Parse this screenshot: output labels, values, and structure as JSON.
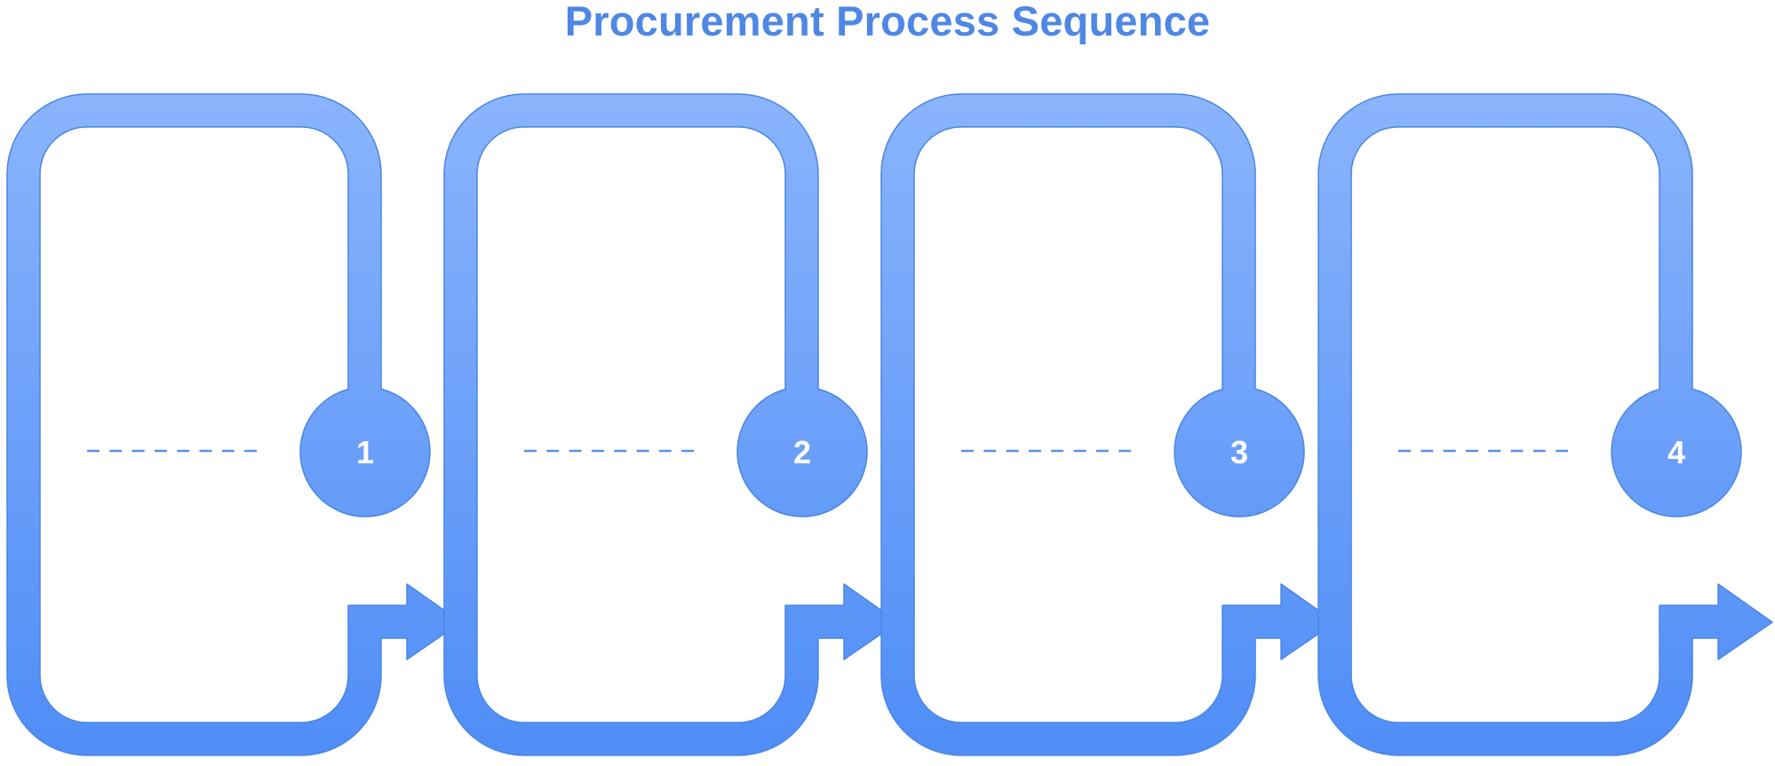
{
  "title": "Procurement Process Sequence",
  "colors": {
    "title": "#4F87E5",
    "band_top": "#8AB4FC",
    "band_bottom": "#4F8DF7",
    "band_stroke": "#4A86E0",
    "dash": "#5B8FE8",
    "number_text": "#FFFFFF"
  },
  "steps": [
    {
      "number": "1"
    },
    {
      "number": "2"
    },
    {
      "number": "3"
    },
    {
      "number": "4"
    }
  ]
}
